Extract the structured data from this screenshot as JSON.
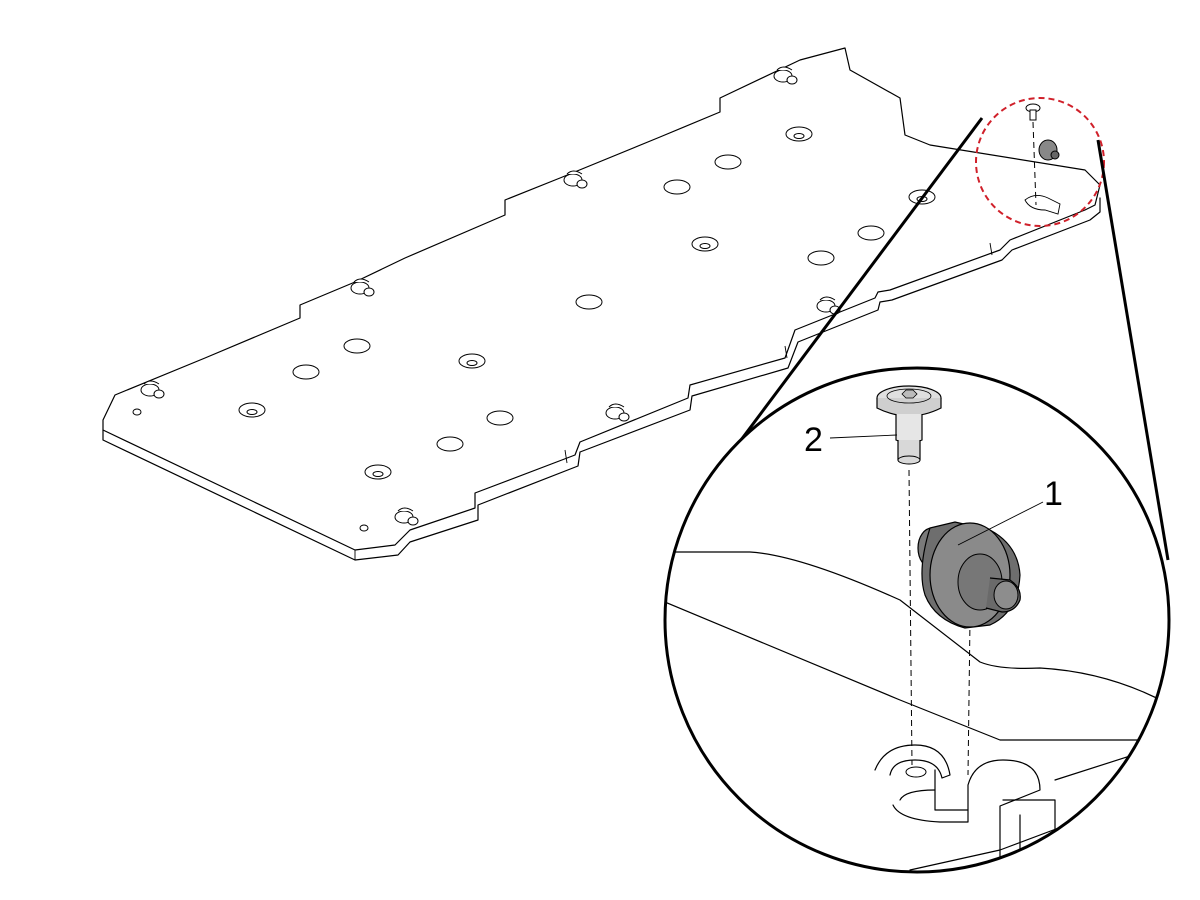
{
  "callouts": [
    {
      "id": "1",
      "label": "1",
      "part": "roller"
    },
    {
      "id": "2",
      "label": "2",
      "part": "screw"
    }
  ],
  "colors": {
    "line": "#000000",
    "highlight_circle": "#d0202a",
    "roller_body": "#6e6e6e",
    "roller_face": "#8a8a8a",
    "screw_head": "#d9d9d9",
    "background": "#ffffff"
  }
}
